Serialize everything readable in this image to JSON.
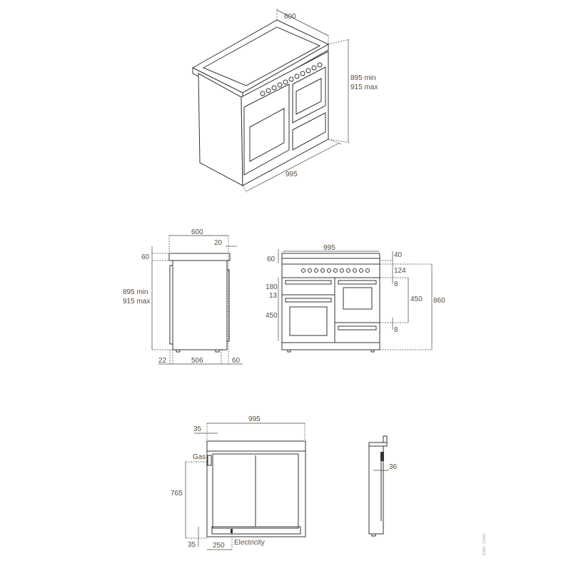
{
  "iso": {
    "width": "600",
    "length": "995",
    "height_min": "895 min",
    "height_max": "915 max"
  },
  "side": {
    "depth": "600",
    "overhang": "20",
    "top": "60",
    "height_min": "895 min",
    "height_max": "915 max",
    "rear": "22",
    "base": "506",
    "front": "60"
  },
  "front": {
    "width": "995",
    "top": "60",
    "upper": "40",
    "panel": "124",
    "gap_top": "8",
    "oven_upper": "180",
    "sep": "13",
    "oven_lower": "450",
    "right_oven": "450",
    "gap_bottom": "8",
    "total": "860"
  },
  "rear": {
    "width": "995",
    "offset": "35",
    "gas_label": "Gas",
    "gas_height": "765",
    "elec_height": "35",
    "elec_offset": "250",
    "elec_label": "Electricity"
  },
  "side_small": {
    "depth": "36"
  },
  "drawing_code": "D183 - C1007"
}
